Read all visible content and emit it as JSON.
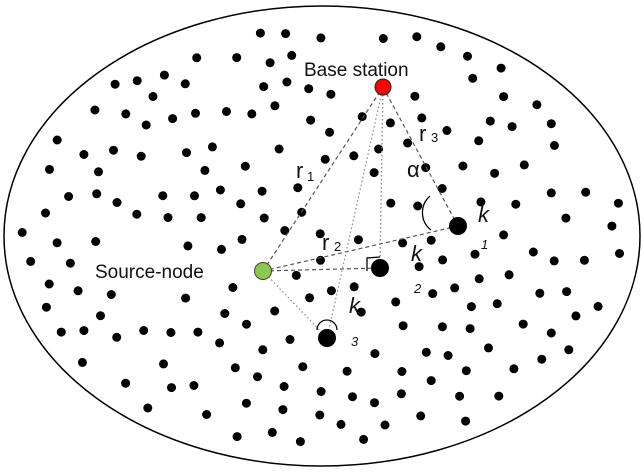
{
  "labels": {
    "base_station": "Base station",
    "source_node": "Source-node",
    "r1": "r",
    "r1_sub": "1",
    "r2": "r",
    "r2_sub": "2",
    "r3": "r",
    "r3_sub": "3",
    "alpha": "α",
    "k": "k",
    "k1_sub": "1",
    "k2_sub": "2",
    "k3_sub": "3"
  },
  "colors": {
    "base_station": "#ff0000",
    "source_node": "#8cc84b",
    "node": "#000000",
    "region_border": "#000000"
  }
}
